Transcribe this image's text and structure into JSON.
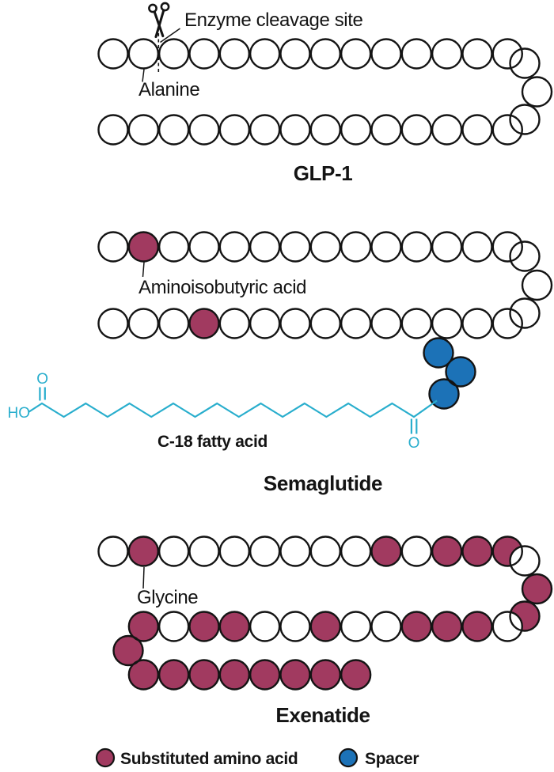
{
  "colors": {
    "background": "#FFFFFF",
    "standard_amino_acid": "#FFFFFF",
    "substituted_amino_acid": "#A13A60",
    "spacer": "#1C72B7",
    "outline": "#141414",
    "fatty_acid": "#29AECD"
  },
  "glp1": {
    "title": "GLP-1",
    "enzyme_cleavage_label": "Enzyme cleavage site",
    "alanine_label": "Alanine",
    "chain": {
      "top_row": "oooooooooooooo",
      "right_turn": "ooo",
      "bottom_row": "oooooooooooooo"
    }
  },
  "semaglutide": {
    "title": "Semaglutide",
    "aib_label": "Aminoisobutyric acid",
    "fatty_acid_label": "C-18 fatty acid",
    "ho_label": "HO",
    "carboxyl_o_label": "O",
    "carbonyl_o_label": "O",
    "chain": {
      "top_row": "osoooooooooooo",
      "right_turn": "ooo",
      "bottom_row": "ooosoooooooooo",
      "spacer_chain": "bbb"
    }
  },
  "exenatide": {
    "title": "Exenatide",
    "glycine_label": "Glycine",
    "chain": {
      "top_row": "osooooooososss",
      "right_turn": "oss",
      "middle_row": "sossoosoossso",
      "left_turn": "s",
      "bottom_row": "ssssssss"
    }
  },
  "legend": {
    "items": [
      {
        "key": "substituted_amino_acid",
        "label": "Substituted amino acid"
      },
      {
        "key": "spacer",
        "label": "Spacer"
      }
    ]
  }
}
